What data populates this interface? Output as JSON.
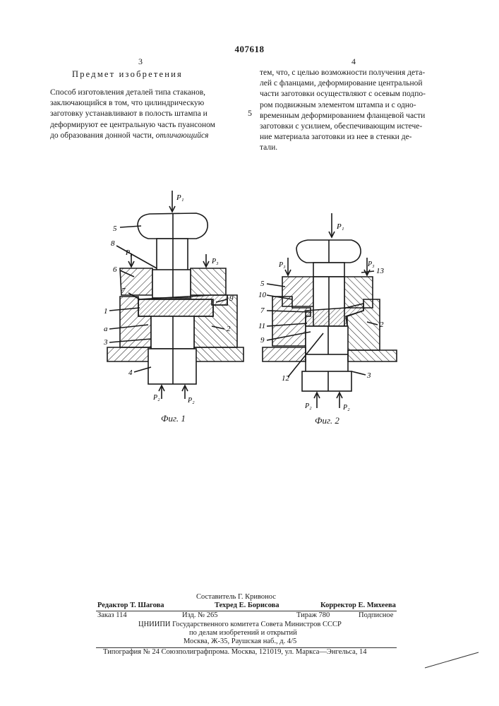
{
  "patent_number": "407618",
  "left_column_number": "3",
  "right_column_number": "4",
  "line_marker": "5",
  "section_heading": "Предмет изобретения",
  "left_text": {
    "line1": "Способ изготовления деталей типа стаканов,",
    "line2": "заключающийся в том,   что   цилиндрическую",
    "line3": "заготовку устанавливают в полость штампа и",
    "line4": "деформируют ее центральную часть пуансоном",
    "line5_a": "до образования донной   части, ",
    "line5_b": "отличающийся"
  },
  "right_text": {
    "line1": "тем, что, с целью возможности получения дета-",
    "line2": "лей с фланцами, деформирование центральной",
    "line3": "части заготовки осуществляют с осевым подпо-",
    "line4": "ром подвижным элементом штампа и с одно-",
    "line5": "временным деформированием фланцевой части",
    "line6": "заготовки с усилием, обеспечивающим истече-",
    "line7": "ние материала заготовки из нее в стенки де-",
    "line8": "тали."
  },
  "figure1": {
    "caption": "Фиг. 1",
    "labels": {
      "p1": "P₁",
      "p3_left": "P₃",
      "p3_right": "P₃",
      "p2_left": "P₂",
      "p2_right": "P₂",
      "n5": "5",
      "n8": "8",
      "n6": "6",
      "n7": "7",
      "n1": "1",
      "na": "а",
      "n3": "3",
      "n9": "9",
      "n2": "2",
      "n4": "4"
    }
  },
  "figure2": {
    "caption": "Фиг. 2",
    "labels": {
      "p1": "P₁",
      "p3_left": "P₃",
      "p3_right": "P₃",
      "p2_left": "P₂",
      "p2_right": "P₂",
      "n5": "5",
      "n10": "10",
      "n7": "7",
      "n11": "11",
      "n9": "9",
      "n13": "13",
      "n2": "2",
      "n12": "12",
      "n3": "3"
    }
  },
  "imprint": {
    "compiler": "Составитель Г. Кривонос",
    "editor": "Редактор Т. Шагова",
    "techred": "Техред Е. Борисова",
    "corrector": "Корректор Е. Михеева",
    "order": "Заказ 114",
    "izd": "Изд. № 265",
    "tirazh": "Тираж 780",
    "podpisnoe": "Подписное",
    "org1": "ЦНИИПИ Государственного комитета Совета Министров СССР",
    "org2": "по делам изобретений и открытий",
    "address": "Москва, Ж-35, Раушская наб., д. 4/5",
    "typography": "Типография № 24 Союзполиграфпрома. Москва, 121019, ул. Маркса—Энгельса, 14"
  }
}
